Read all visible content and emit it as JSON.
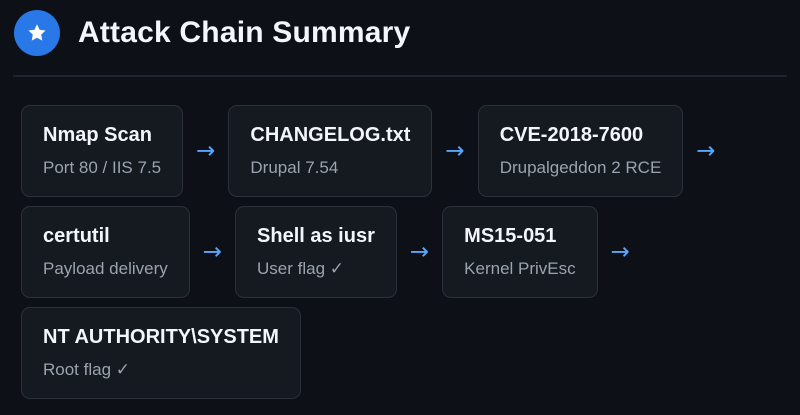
{
  "header": {
    "title": "Attack Chain Summary",
    "icon": "star-badge"
  },
  "arrow": {
    "glyph": "→"
  },
  "colors": {
    "page_bg": "#0d1117",
    "card_bg": "#151a21",
    "card_border": "#2b313b",
    "title_text": "#f2f6fa",
    "subtitle_text": "#9aa3ae",
    "arrow_blue": "#58a6ff",
    "badge_blue": "#2878e8"
  },
  "chain": {
    "rows": [
      {
        "nodes": [
          {
            "title": "Nmap Scan",
            "subtitle": "Port 80 / IIS 7.5"
          },
          {
            "title": "CHANGELOG.txt",
            "subtitle": "Drupal 7.54"
          },
          {
            "title": "CVE-2018-7600",
            "subtitle": "Drupalgeddon 2 RCE"
          }
        ],
        "trailing_arrow": true
      },
      {
        "nodes": [
          {
            "title": "certutil",
            "subtitle": "Payload delivery"
          },
          {
            "title": "Shell as iusr",
            "subtitle": "User flag ✓"
          },
          {
            "title": "MS15-051",
            "subtitle": "Kernel PrivEsc"
          }
        ],
        "trailing_arrow": true
      },
      {
        "nodes": [
          {
            "title": "NT AUTHORITY\\SYSTEM",
            "subtitle": "Root flag ✓"
          }
        ],
        "trailing_arrow": false
      }
    ]
  }
}
